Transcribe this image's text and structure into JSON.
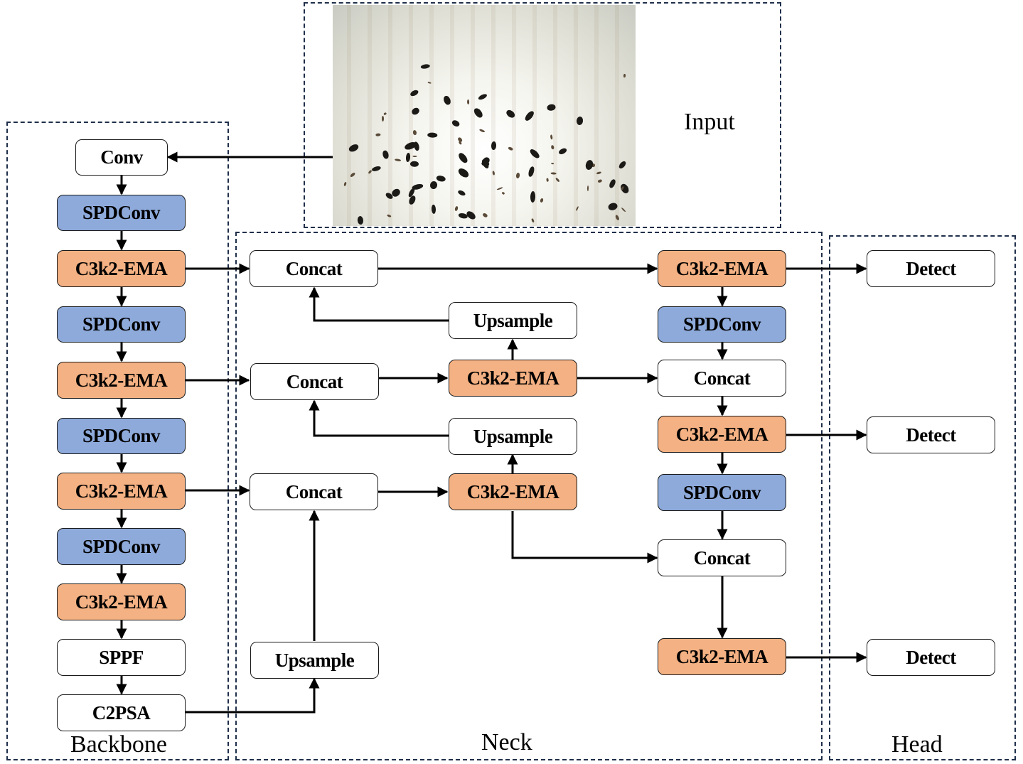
{
  "regions": {
    "input": "Input",
    "backbone": "Backbone",
    "neck": "Neck",
    "head": "Head"
  },
  "input_image": {
    "description": "photo of many small dark insects on a white trap surface"
  },
  "colors": {
    "spdconv": "#8eaadb",
    "c3k2_ema": "#f4b183",
    "plain": "#ffffff",
    "region_border": "#1f2f4a"
  },
  "backbone": [
    {
      "id": "b-conv",
      "label": "Conv",
      "type": "plain"
    },
    {
      "id": "b-spd1",
      "label": "SPDConv",
      "type": "spdconv"
    },
    {
      "id": "b-c3k2-1",
      "label": "C3k2-EMA",
      "type": "c3k2_ema"
    },
    {
      "id": "b-spd2",
      "label": "SPDConv",
      "type": "spdconv"
    },
    {
      "id": "b-c3k2-2",
      "label": "C3k2-EMA",
      "type": "c3k2_ema"
    },
    {
      "id": "b-spd3",
      "label": "SPDConv",
      "type": "spdconv"
    },
    {
      "id": "b-c3k2-3",
      "label": "C3k2-EMA",
      "type": "c3k2_ema"
    },
    {
      "id": "b-spd4",
      "label": "SPDConv",
      "type": "spdconv"
    },
    {
      "id": "b-c3k2-4",
      "label": "C3k2-EMA",
      "type": "c3k2_ema"
    },
    {
      "id": "b-sppf",
      "label": "SPPF",
      "type": "plain"
    },
    {
      "id": "b-c2psa",
      "label": "C2PSA",
      "type": "plain"
    }
  ],
  "neck": [
    {
      "id": "n-concat1",
      "label": "Concat",
      "type": "plain"
    },
    {
      "id": "n-up1",
      "label": "Upsample",
      "type": "plain"
    },
    {
      "id": "n-concat2",
      "label": "Concat",
      "type": "plain"
    },
    {
      "id": "n-c3k2-1",
      "label": "C3k2-EMA",
      "type": "c3k2_ema"
    },
    {
      "id": "n-up2",
      "label": "Upsample",
      "type": "plain"
    },
    {
      "id": "n-concat3",
      "label": "Concat",
      "type": "plain"
    },
    {
      "id": "n-c3k2-2",
      "label": "C3k2-EMA",
      "type": "c3k2_ema"
    },
    {
      "id": "n-up3",
      "label": "Upsample",
      "type": "plain"
    },
    {
      "id": "n-c3k2-3",
      "label": "C3k2-EMA",
      "type": "c3k2_ema"
    },
    {
      "id": "n-spd1",
      "label": "SPDConv",
      "type": "spdconv"
    },
    {
      "id": "n-concat4",
      "label": "Concat",
      "type": "plain"
    },
    {
      "id": "n-c3k2-4",
      "label": "C3k2-EMA",
      "type": "c3k2_ema"
    },
    {
      "id": "n-spd2",
      "label": "SPDConv",
      "type": "spdconv"
    },
    {
      "id": "n-concat5",
      "label": "Concat",
      "type": "plain"
    },
    {
      "id": "n-c3k2-5",
      "label": "C3k2-EMA",
      "type": "c3k2_ema"
    }
  ],
  "head": [
    {
      "id": "h-det1",
      "label": "Detect",
      "type": "plain"
    },
    {
      "id": "h-det2",
      "label": "Detect",
      "type": "plain"
    },
    {
      "id": "h-det3",
      "label": "Detect",
      "type": "plain"
    }
  ],
  "edges": [
    [
      "input",
      "b-conv"
    ],
    [
      "b-conv",
      "b-spd1"
    ],
    [
      "b-spd1",
      "b-c3k2-1"
    ],
    [
      "b-c3k2-1",
      "b-spd2"
    ],
    [
      "b-spd2",
      "b-c3k2-2"
    ],
    [
      "b-c3k2-2",
      "b-spd3"
    ],
    [
      "b-spd3",
      "b-c3k2-3"
    ],
    [
      "b-c3k2-3",
      "b-spd4"
    ],
    [
      "b-spd4",
      "b-c3k2-4"
    ],
    [
      "b-c3k2-4",
      "b-sppf"
    ],
    [
      "b-sppf",
      "b-c2psa"
    ],
    [
      "b-c2psa",
      "n-up3"
    ],
    [
      "n-up3",
      "n-concat3"
    ],
    [
      "b-c3k2-3",
      "n-concat3"
    ],
    [
      "n-concat3",
      "n-c3k2-2"
    ],
    [
      "n-c3k2-2",
      "n-up2"
    ],
    [
      "n-up2",
      "n-concat2"
    ],
    [
      "b-c3k2-2",
      "n-concat2"
    ],
    [
      "n-concat2",
      "n-c3k2-1"
    ],
    [
      "n-c3k2-1",
      "n-up1"
    ],
    [
      "n-up1",
      "n-concat1"
    ],
    [
      "b-c3k2-1",
      "n-concat1"
    ],
    [
      "n-concat1",
      "n-c3k2-3"
    ],
    [
      "n-c3k2-3",
      "n-spd1"
    ],
    [
      "n-spd1",
      "n-concat4"
    ],
    [
      "n-c3k2-1",
      "n-concat4"
    ],
    [
      "n-concat4",
      "n-c3k2-4"
    ],
    [
      "n-c3k2-4",
      "n-spd2"
    ],
    [
      "n-spd2",
      "n-concat5"
    ],
    [
      "n-c3k2-2",
      "n-concat5"
    ],
    [
      "n-concat5",
      "n-c3k2-5"
    ],
    [
      "n-c3k2-3",
      "h-det1"
    ],
    [
      "n-c3k2-4",
      "h-det2"
    ],
    [
      "n-c3k2-5",
      "h-det3"
    ]
  ]
}
